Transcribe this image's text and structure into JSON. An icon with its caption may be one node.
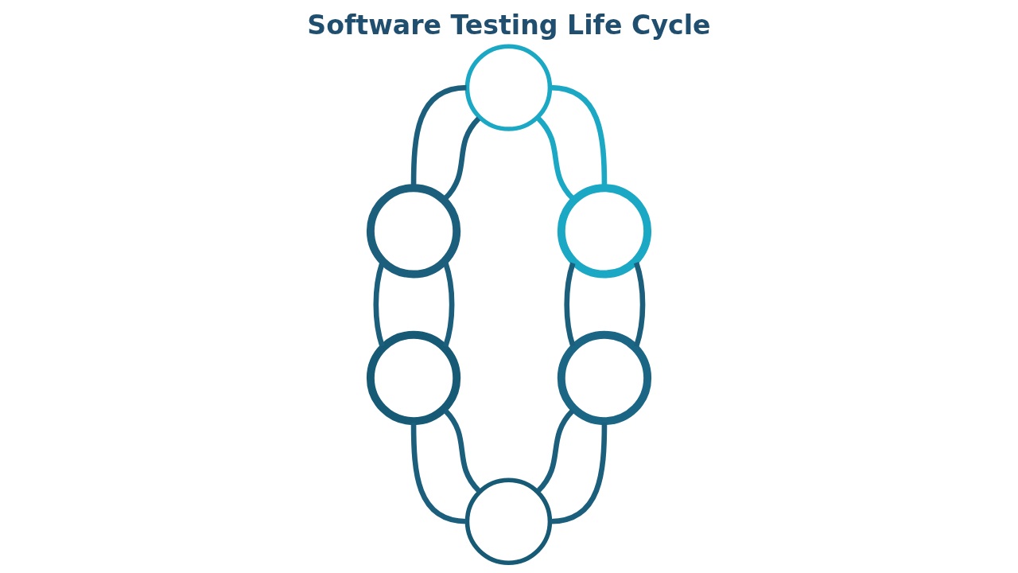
{
  "diagram": {
    "title": "Software Testing Life Cycle",
    "nodes": [
      {
        "text": [],
        "shape": "circle"
      },
      {
        "text": [],
        "shape": "picture"
      },
      {
        "text": [],
        "shape": "picture"
      },
      {
        "text": [],
        "shape": "picture"
      },
      {
        "text": [],
        "shape": "picture"
      },
      {
        "text": [],
        "shape": "circle"
      }
    ],
    "edges": [
      {
        "from": 0,
        "to": 1,
        "arrow": "none"
      },
      {
        "from": 0,
        "to": 1,
        "arrow": "none"
      },
      {
        "from": 0,
        "to": 2,
        "arrow": "none",
        "color": "#1ba8c4"
      },
      {
        "from": 0,
        "to": 2,
        "arrow": "none",
        "color": "#1ba8c4"
      },
      {
        "from": 1,
        "to": 3,
        "arrow": "none"
      },
      {
        "from": 1,
        "to": 3,
        "arrow": "none"
      },
      {
        "from": 2,
        "to": 4,
        "arrow": "none"
      },
      {
        "from": 2,
        "to": 4,
        "arrow": "none"
      },
      {
        "from": 3,
        "to": 5,
        "arrow": "none"
      },
      {
        "from": 3,
        "to": 5,
        "arrow": "none"
      },
      {
        "from": 4,
        "to": 5,
        "arrow": "none"
      },
      {
        "from": 4,
        "to": 5,
        "arrow": "none"
      }
    ]
  }
}
